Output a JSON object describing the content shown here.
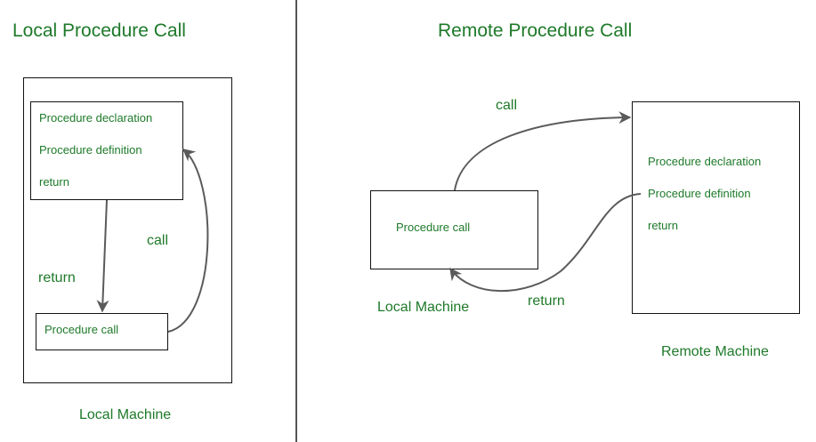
{
  "colors": {
    "text": "#1e7a2a",
    "box_border": "#111111",
    "arrow": "#5a5a5a",
    "divider": "#555555"
  },
  "local_section": {
    "title": "Local Procedure Call",
    "machine_label": "Local Machine",
    "definition_box": {
      "lines": [
        "Procedure declaration",
        "Procedure definition",
        "return"
      ]
    },
    "call_box": {
      "label": "Procedure call"
    },
    "arrows": {
      "call_label": "call",
      "return_label": "return"
    }
  },
  "remote_section": {
    "title": "Remote Procedure Call",
    "local_box": {
      "label": "Procedure call"
    },
    "local_machine_label": "Local Machine",
    "remote_box": {
      "lines": [
        "Procedure declaration",
        "Procedure definition",
        "return"
      ]
    },
    "remote_machine_label": "Remote Machine",
    "arrows": {
      "call_label": "call",
      "return_label": "return"
    }
  }
}
